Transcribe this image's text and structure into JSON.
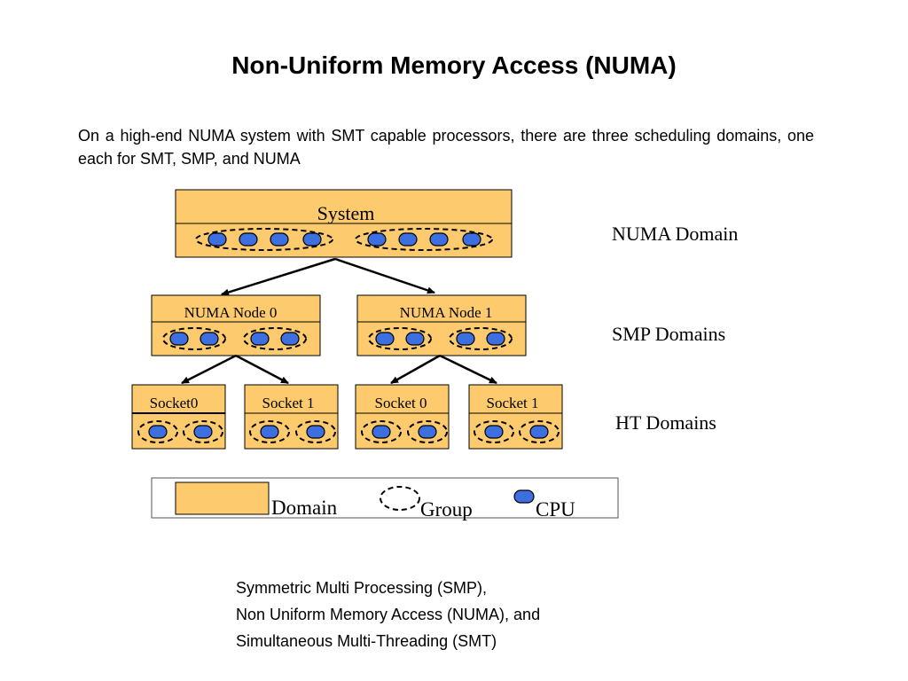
{
  "title": "Non-Uniform Memory Access (NUMA)",
  "intro": "On a high-end NUMA system with SMT capable processors, there are three scheduling domains, one each for SMT, SMP, and NUMA",
  "diagram": {
    "system_label": "System",
    "numa_nodes": [
      "NUMA Node 0",
      "NUMA Node 1"
    ],
    "sockets": [
      "Socket0",
      "Socket 1",
      "Socket 0",
      "Socket 1"
    ],
    "domain_labels": {
      "numa": "NUMA Domain",
      "smp": "SMP Domains",
      "ht": "HT Domains"
    },
    "legend": {
      "domain": "Domain",
      "group": "Group",
      "cpu": "CPU"
    },
    "colors": {
      "domain_fill": "#fdcb6e",
      "cpu_fill": "#3d6fe0",
      "outline": "#000000"
    }
  },
  "footer": [
    "Symmetric Multi Processing (SMP),",
    "Non Uniform Memory Access (NUMA), and",
    "Simultaneous Multi-Threading (SMT)"
  ]
}
